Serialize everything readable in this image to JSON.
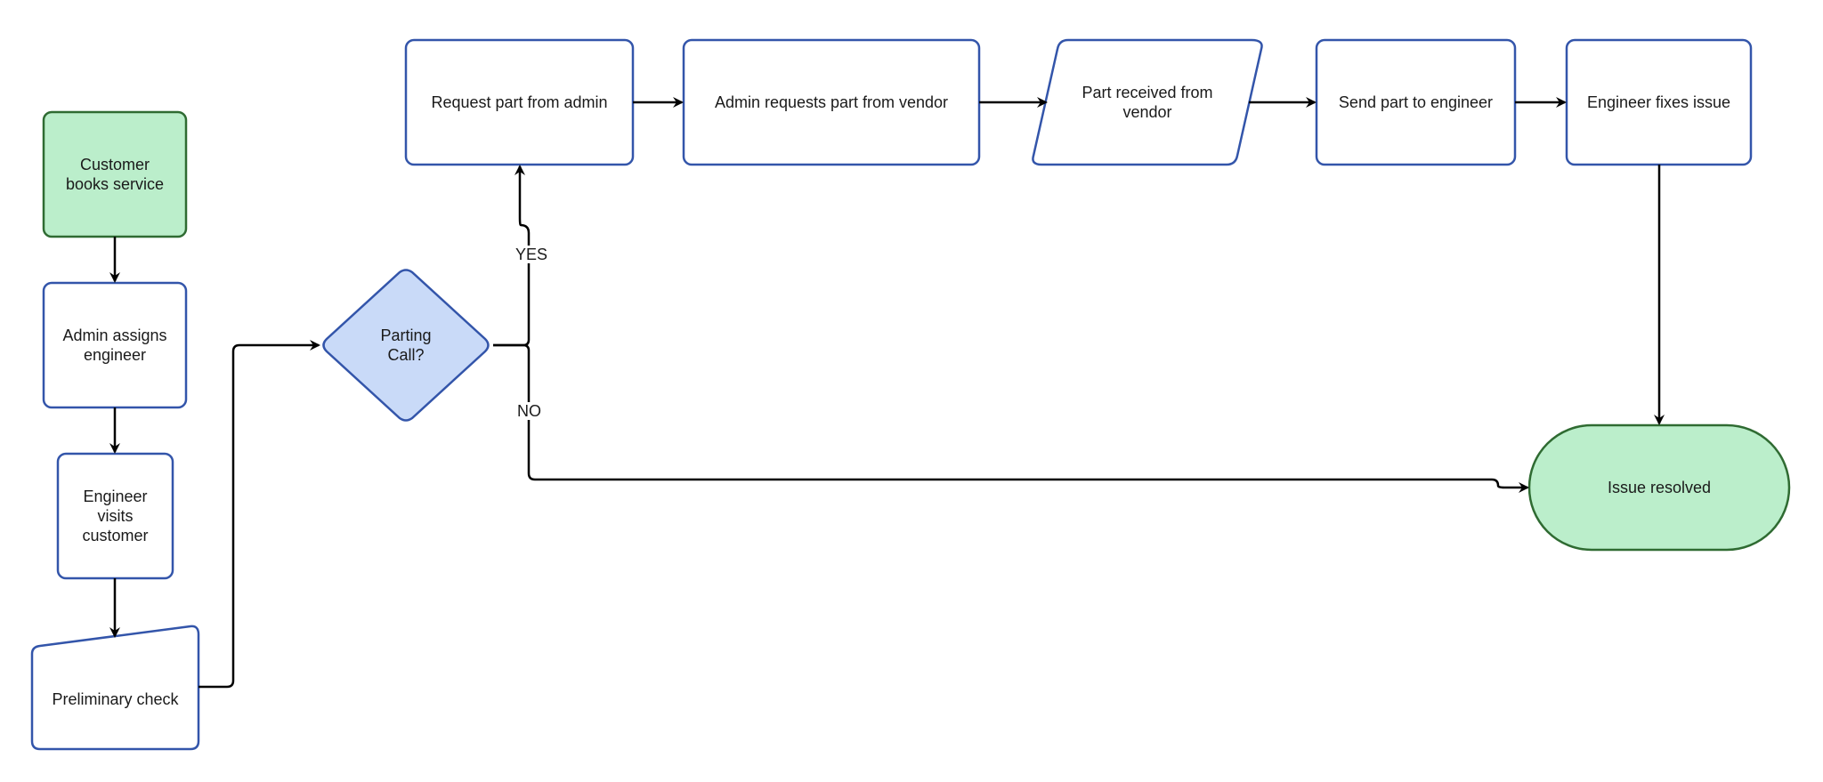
{
  "colors": {
    "node_fill": "#ffffff",
    "node_stroke": "#3355aa",
    "terminal_fill": "#bbeecb",
    "terminal_stroke": "#2f6b32",
    "decision_fill": "#c9daf8",
    "decision_stroke": "#3355aa",
    "edge": "#000000"
  },
  "nodes": {
    "customer_books_service": "Customer\nbooks service",
    "admin_assigns_engineer": "Admin assigns\nengineer",
    "engineer_visits_customer": "Engineer\nvisits\ncustomer",
    "preliminary_check": "Preliminary check",
    "parting_call": "Parting\nCall?",
    "request_part_from_admin": "Request part from admin",
    "admin_requests_part_from_vendor": "Admin requests part from vendor",
    "part_received_from_vendor": "Part received from\nvendor",
    "send_part_to_engineer": "Send part to engineer",
    "engineer_fixes_issue": "Engineer fixes issue",
    "issue_resolved": "Issue resolved"
  },
  "edges": {
    "yes_label": "YES",
    "no_label": "NO"
  }
}
